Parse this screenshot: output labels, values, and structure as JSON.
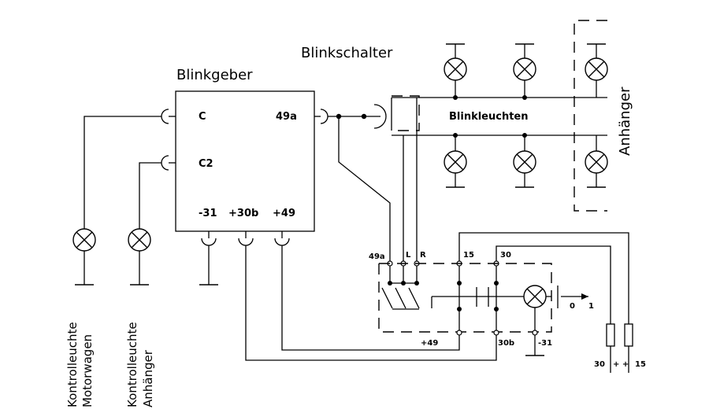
{
  "labels": {
    "blinkschalter": "Blinkschalter",
    "blinkgeber": "Blinkgeber",
    "blinkleuchten": "Blinkleuchten",
    "anhaenger": "Anhänger",
    "kontroll_motor_1": "Kontrolleuchte",
    "kontroll_motor_2": "Motorwagen",
    "kontroll_anh_1": "Kontrolleuchte",
    "kontroll_anh_2": "Anhänger"
  },
  "terminals": {
    "c": "C",
    "c2": "C2",
    "t49a": "49a",
    "m31": "-31",
    "p30b": "+30b",
    "p49": "+49",
    "sw_49a": "49a",
    "sw_l": "L",
    "sw_r": "R",
    "sw_15": "15",
    "sw_30": "30",
    "sw_p49": "+49",
    "sw_30b": "30b",
    "sw_m31": "-31",
    "pos_0": "0",
    "pos_1": "1",
    "f_30": "30",
    "f_plus": "+ +",
    "f_15": "15"
  }
}
